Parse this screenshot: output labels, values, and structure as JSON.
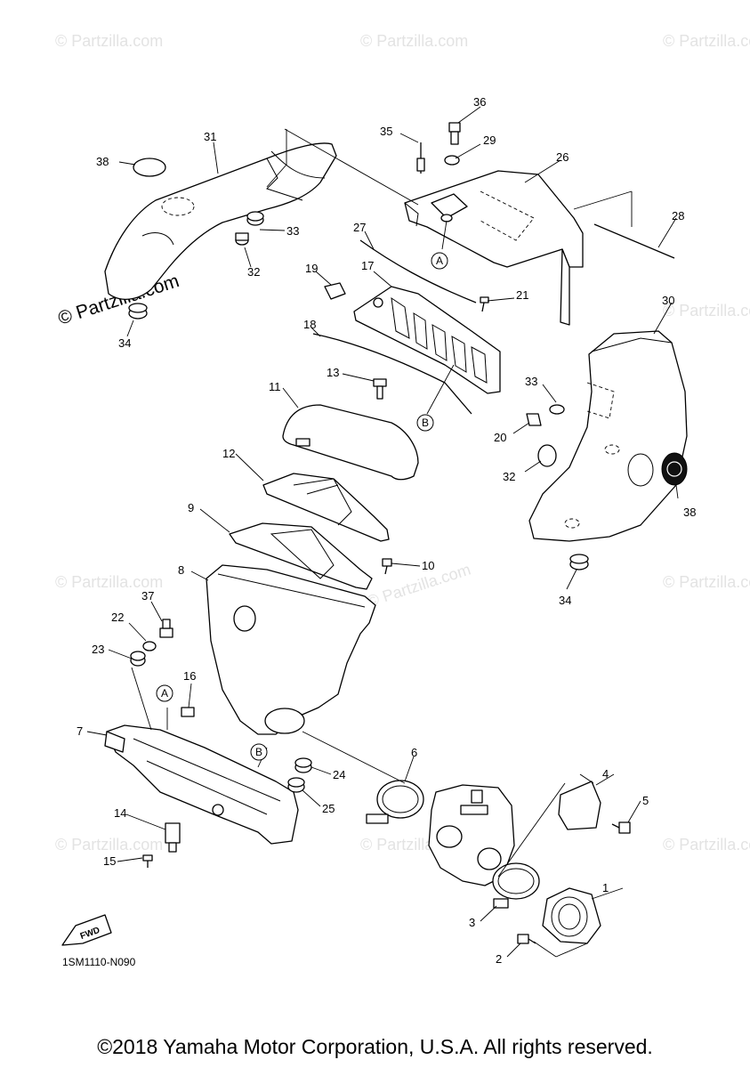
{
  "watermarks": [
    "© Partzilla.com"
  ],
  "watermark_strong": "© Partzilla.com",
  "diagram_code": "1SM1110-N090",
  "fwd_label": "FWD",
  "copyright": "©2018 Yamaha Motor Corporation, U.S.A. All rights reserved.",
  "callouts": [
    "1",
    "2",
    "3",
    "4",
    "5",
    "6",
    "7",
    "8",
    "9",
    "10",
    "11",
    "12",
    "13",
    "14",
    "15",
    "16",
    "17",
    "18",
    "19",
    "20",
    "21",
    "22",
    "23",
    "24",
    "25",
    "26",
    "27",
    "28",
    "29",
    "30",
    "31",
    "32",
    "33",
    "34",
    "35",
    "36",
    "37",
    "38"
  ],
  "reference_markers": [
    "A",
    "B"
  ]
}
